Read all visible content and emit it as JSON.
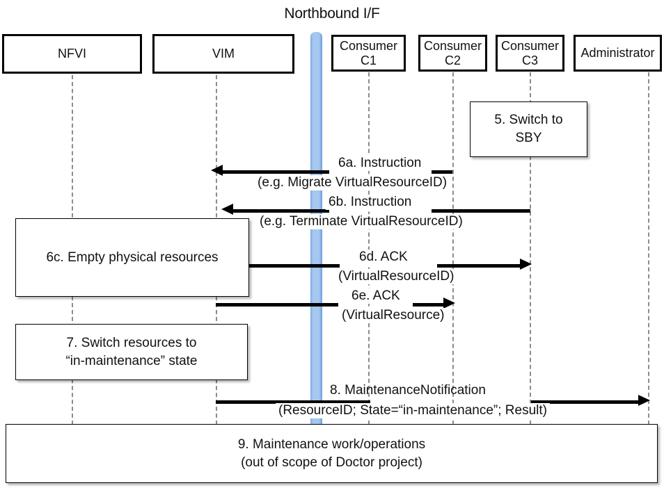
{
  "diagram": {
    "title": "Northbound I/F",
    "type": "uml-sequence-diagram"
  },
  "actors": [
    {
      "id": "nfvi",
      "label": "NFVI"
    },
    {
      "id": "vim",
      "label": "VIM"
    },
    {
      "id": "c1",
      "label": "Consumer\nC1",
      "line1": "Consumer",
      "line2": "C1"
    },
    {
      "id": "c2",
      "label": "Consumer\nC2",
      "line1": "Consumer",
      "line2": "C2"
    },
    {
      "id": "c3",
      "label": "Consumer\nC3",
      "line1": "Consumer",
      "line2": "C3"
    },
    {
      "id": "admin",
      "label": "Administrator"
    }
  ],
  "boxes": [
    {
      "id": "step5",
      "text": "5. Switch to SBY",
      "line1": "5. Switch to",
      "line2": "SBY"
    },
    {
      "id": "step6c",
      "text": "6c. Empty physical resources",
      "line1": "6c. Empty physical resources",
      "line2": ""
    },
    {
      "id": "step7",
      "text": "7. Switch resources to “in-maintenance” state",
      "line1": "7. Switch resources to",
      "line2": "“in-maintenance” state"
    },
    {
      "id": "step9",
      "text": "9. Maintenance work/operations (out of scope of Doctor project)",
      "line1": "9. Maintenance work/operations",
      "line2": "(out of scope of Doctor project)"
    }
  ],
  "messages": [
    {
      "id": "m6a",
      "label_top": "6a. Instruction",
      "label_bottom": "(e.g. Migrate VirtualResourceID)",
      "from": "c2",
      "to": "nfvi",
      "direction": "left"
    },
    {
      "id": "m6b",
      "label_top": "6b. Instruction",
      "label_bottom": "(e.g. Terminate VirtualResourceID)",
      "from": "c3",
      "to": "nfvi",
      "direction": "left"
    },
    {
      "id": "m6d",
      "label_top": "6d. ACK",
      "label_bottom": "(VirtualResourceID)",
      "from": "nfvi",
      "to": "c3",
      "direction": "right"
    },
    {
      "id": "m6e",
      "label_top": "6e. ACK",
      "label_bottom": "(VirtualResource)",
      "from": "vim",
      "to": "c2",
      "direction": "right"
    },
    {
      "id": "m8",
      "label_top": "8.     MaintenanceNotification",
      "label_bottom": "(ResourceID; State=“in-maintenance”; Result)",
      "from": "vim",
      "to": "admin",
      "direction": "right"
    }
  ],
  "colors": {
    "northbound_bar": "#a6c8f0",
    "northbound_bar_edge": "#6f9ed9",
    "box_border": "#000000",
    "lifeline": "#8c8c8c",
    "text": "#111111",
    "background": "#ffffff"
  }
}
